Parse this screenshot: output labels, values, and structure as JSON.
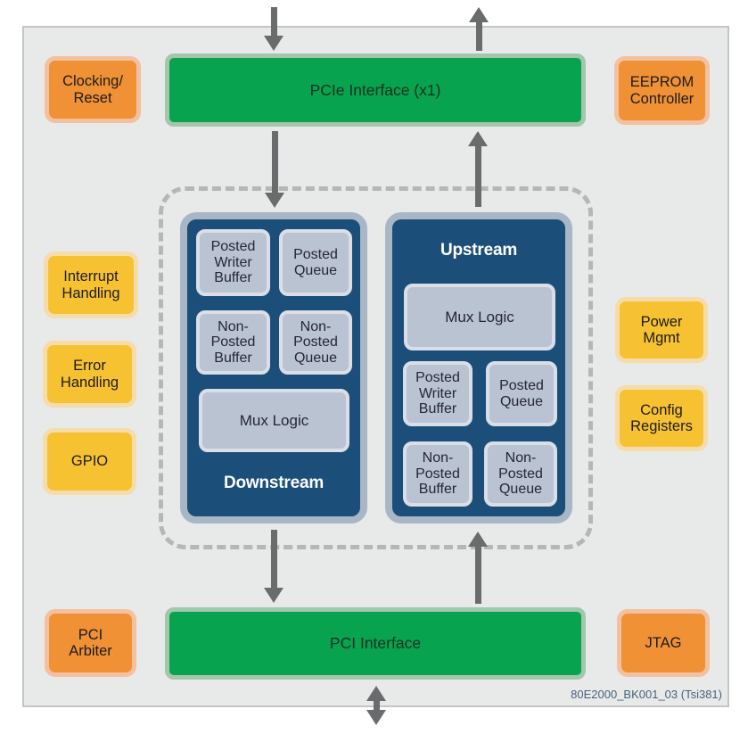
{
  "diagram": {
    "footer_code": "80E2000_BK001_03 (Tsi381)",
    "interfaces": {
      "pcie": "PCIe Interface (x1)",
      "pci": "PCI Interface"
    },
    "peripherals": {
      "clocking_reset": "Clocking/\nReset",
      "eeprom_controller": "EEPROM\nController",
      "interrupt_handling": "Interrupt\nHandling",
      "error_handling": "Error\nHandling",
      "gpio": "GPIO",
      "power_mgmt": "Power\nMgmt",
      "config_registers": "Config\nRegisters",
      "pci_arbiter": "PCI\nArbiter",
      "jtag": "JTAG"
    },
    "bridge_core": {
      "downstream": {
        "title": "Downstream",
        "posted_writer_buffer": "Posted\nWriter\nBuffer",
        "posted_queue": "Posted\nQueue",
        "non_posted_buffer": "Non-\nPosted\nBuffer",
        "non_posted_queue": "Non-\nPosted\nQueue",
        "mux_logic": "Mux Logic"
      },
      "upstream": {
        "title": "Upstream",
        "posted_writer_buffer": "Posted\nWriter\nBuffer",
        "posted_queue": "Posted\nQueue",
        "non_posted_buffer": "Non-\nPosted\nBuffer",
        "non_posted_queue": "Non-\nPosted\nQueue",
        "mux_logic": "Mux Logic"
      }
    },
    "colors": {
      "orange_fill": "#ef9134",
      "orange_border": "#f3c0a0",
      "yellow_fill": "#f6c232",
      "yellow_border": "#f5dcaa",
      "green_fill": "#07a34e",
      "green_border": "#a4c7ac",
      "navy_fill": "#1b4e79",
      "navy_border": "#a9b6c6",
      "subbox_fill": "#b9c3d2",
      "subbox_border": "#d9dee7",
      "arrow_color": "#6a6b6d",
      "dashed_border": "#b6b6b6",
      "panel_bg": "#e8e9e9",
      "panel_border": "#c4c5c6",
      "footer_color": "#47627c"
    }
  }
}
